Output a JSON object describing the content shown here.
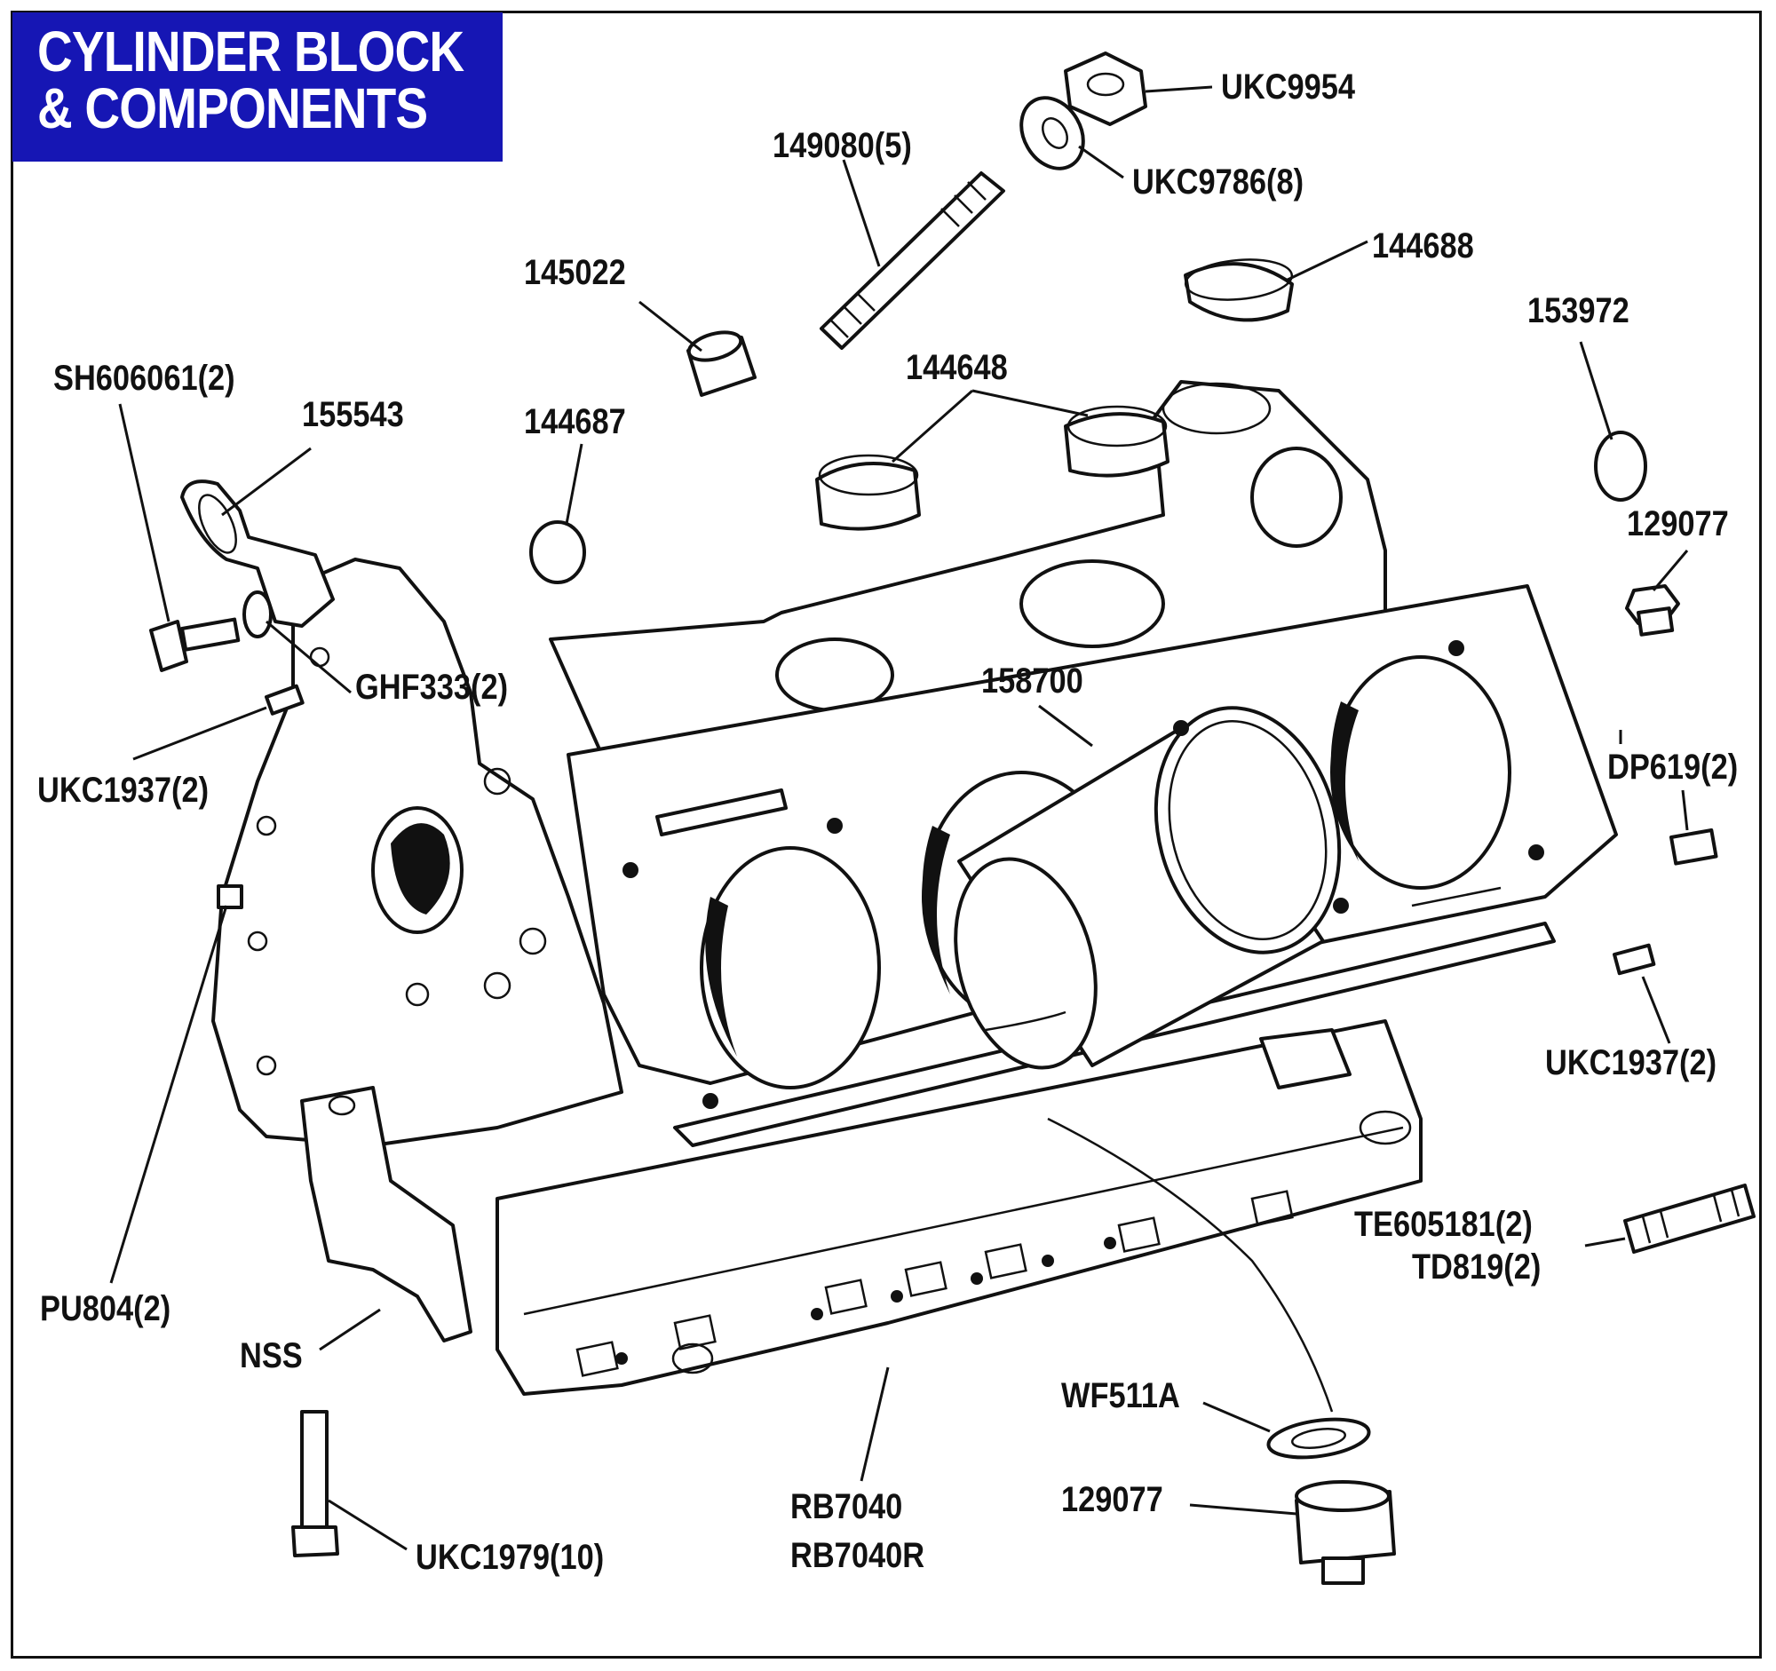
{
  "title": {
    "line1": "CYLINDER BLOCK",
    "line2": "& COMPONENTS",
    "background": "#1616b4",
    "text_color": "#ffffff"
  },
  "labels": {
    "ukc9954": "UKC9954",
    "ukc9786": "UKC9786(8)",
    "p149080": "149080(5)",
    "p144688": "144688",
    "p145022": "145022",
    "p153972": "153972",
    "p144648": "144648",
    "sh606061": "SH606061(2)",
    "p155543": "155543",
    "p144687": "144687",
    "p129077_top": "129077",
    "ghf333": "GHF333(2)",
    "p158700": "158700",
    "dp619": "DP619(2)",
    "ukc1937_left": "UKC1937(2)",
    "ukc1937_right": "UKC1937(2)",
    "te605181": "TE605181(2)",
    "td819": "TD819(2)",
    "pu804": "PU804(2)",
    "nss": "NSS",
    "wf511a": "WF511A",
    "p129077_bottom": "129077",
    "rb7040": "RB7040",
    "rb7040r": "RB7040R",
    "ukc1979": "UKC1979(10)"
  }
}
